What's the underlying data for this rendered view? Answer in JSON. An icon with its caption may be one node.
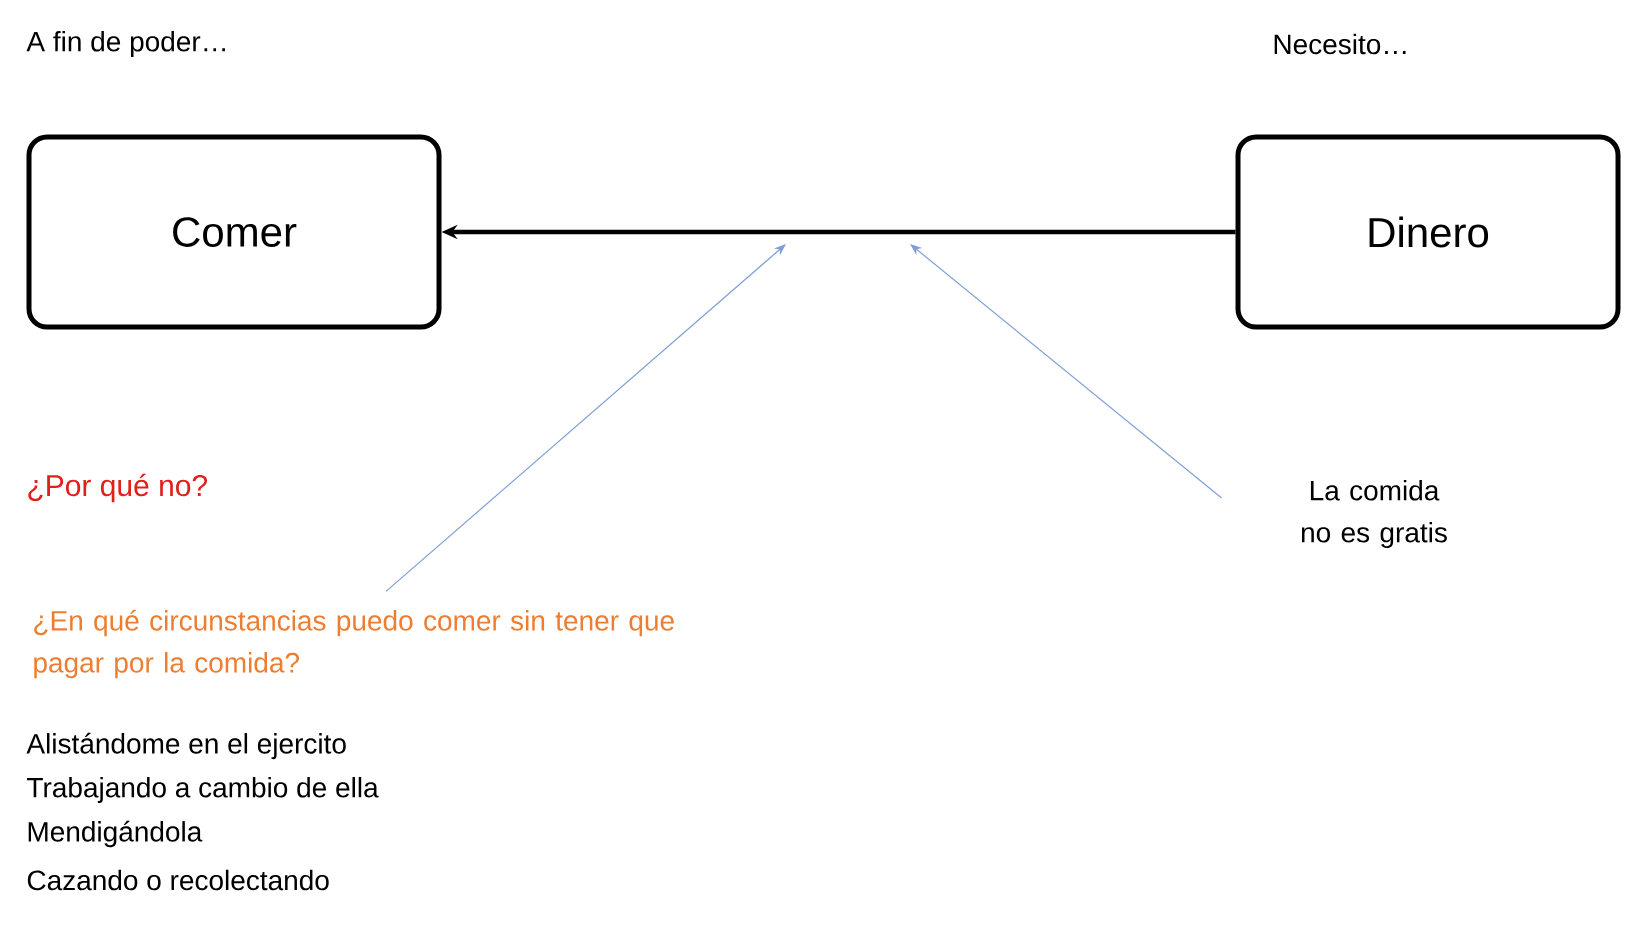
{
  "diagram": {
    "nodes": [
      {
        "text": [
          "Comer"
        ]
      },
      {
        "text": [
          "Dinero"
        ]
      },
      {
        "text": [
          "La comida no es gratis"
        ]
      },
      {
        "text": [
          "¿En qué circunstancias puedo comer sin tener que pagar por la comida?"
        ]
      }
    ],
    "edges": [
      {
        "from": 1,
        "to": 0,
        "arrow": "to",
        "style": "thick",
        "color": "#000000"
      },
      {
        "from": 3,
        "to": null,
        "arrow": "to",
        "color": "#7f9fd6"
      },
      {
        "from": 2,
        "to": null,
        "arrow": "to",
        "color": "#7f9fd6"
      }
    ],
    "labels": [
      "A fin de poder…",
      "Necesito…",
      "¿Por qué no?",
      "Alistándome en el ejercito",
      "Trabajando a cambio de ella",
      "Mendigándola",
      "Cazando o recolectando"
    ]
  }
}
